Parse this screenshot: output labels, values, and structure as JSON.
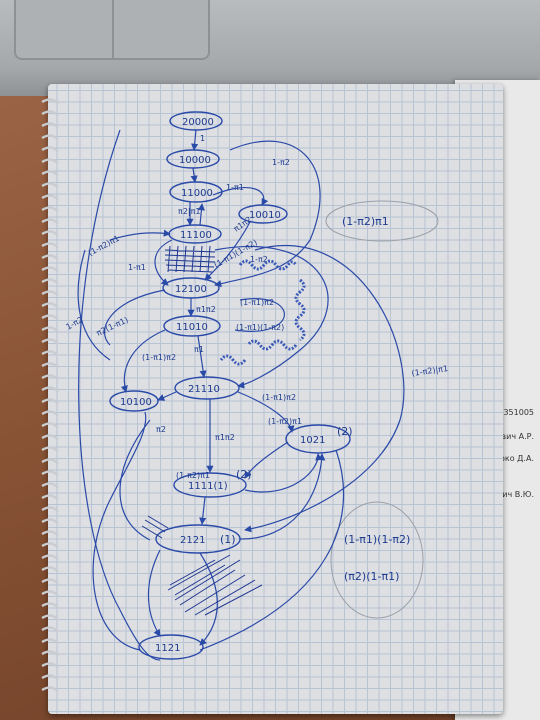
{
  "photo": {
    "subject": "",
    "nodes": [
      {
        "id": "n200",
        "label": "20000"
      },
      {
        "id": "n100",
        "label": "10000"
      },
      {
        "id": "n110",
        "label": "11000"
      },
      {
        "id": "n1001",
        "label": "10010"
      },
      {
        "id": "n1100",
        "label": "11100"
      },
      {
        "id": "n1210",
        "label": "12100"
      },
      {
        "id": "n1101",
        "label": "11010"
      },
      {
        "id": "n1010",
        "label": "10100"
      },
      {
        "id": "n2111",
        "label": "21110"
      },
      {
        "id": "n1021",
        "label": "1021"
      },
      {
        "id": "n1111",
        "label": "1111(1)"
      },
      {
        "id": "n2121",
        "label": "2121"
      },
      {
        "id": "n1121",
        "label": "1121"
      }
    ],
    "edge_labels": {
      "one": "1",
      "e1": "1-π1",
      "e2": "π2|π1",
      "e3": "1-π2",
      "e4": "(1-π2)π1",
      "e5": "1-π1",
      "e6": "π1π2",
      "e7": "(1-π1)(1-π2)",
      "e8": "1-π2",
      "e9": "π2(1-π1)",
      "e10": "(1-π1)π2",
      "e11": "π1π2",
      "e12": "(1-π1)π2",
      "e13": "1-π2",
      "e14": "π1",
      "e15": "(1-π1)(1-π2)",
      "e16": "(1-π1)π2",
      "e17": "π2",
      "e18": "(1-π2)π1",
      "e19": "π1π2",
      "e20": "(1-π2)π1",
      "e21": "(1-π2)|π1"
    },
    "side_note_1": "(1-π2)π1",
    "side_note_2": "(1-π1)(1-π2)",
    "side_note_3": "(π2)(1-π1)",
    "state_mark_1": "(2)",
    "state_mark_2": "(2)",
    "state_mark_3": "(1)",
    "sheet_text": [
      "351005",
      "вич А.Р.",
      "око Д.А.",
      "вич В.Ю."
    ],
    "page_edge_mark": "1"
  }
}
